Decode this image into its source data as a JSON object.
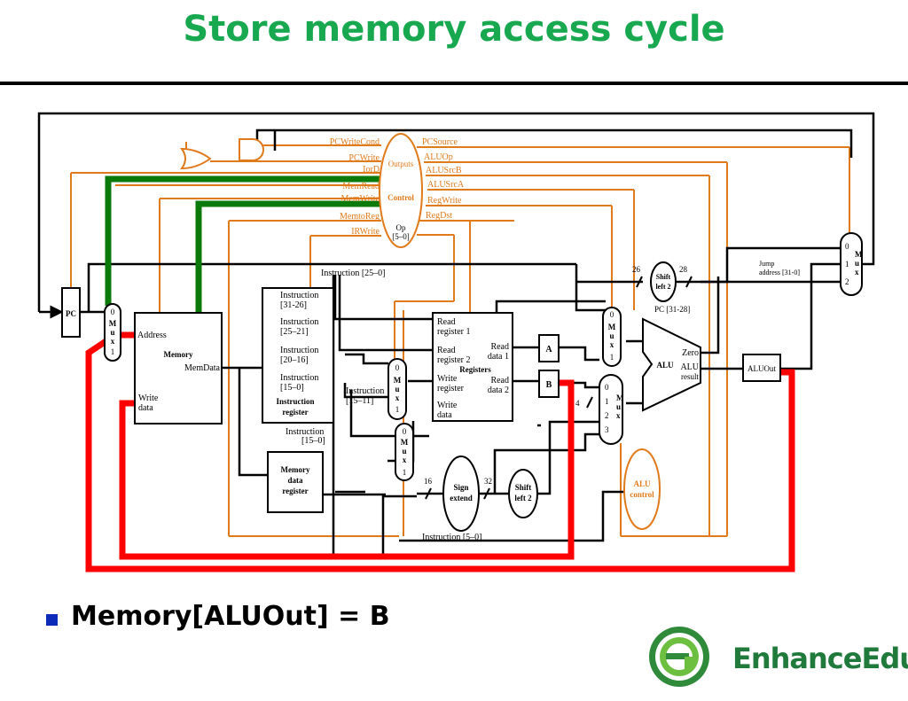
{
  "title": "Store memory access cycle",
  "bullet": "Memory[ALUOut] = B",
  "logo_text": "EnhanceEdu",
  "colors": {
    "title": "#17a850",
    "bullet": "#0b2bb8",
    "control": "#e07a1a",
    "active_green": "#0a7a0a",
    "active_red": "#ff0000",
    "logo": "#1f7a3c"
  },
  "icons": [
    "logo-icon"
  ],
  "diagram": {
    "control_signals_left": [
      "PCWriteCond",
      "PCWrite",
      "IorD",
      "MemRead",
      "MemWrite",
      "MemtoReg",
      "IRWrite"
    ],
    "control_signals_right": [
      "PCSource",
      "ALUOp",
      "ALUSrcB",
      "ALUSrcA",
      "RegWrite",
      "RegDst"
    ],
    "control": {
      "outputs": "Outputs",
      "name": "Control",
      "op": "Op",
      "op_range": "[5–0]"
    },
    "pc": "PC",
    "mux_iord": [
      "0",
      "M",
      "u",
      "x",
      "1"
    ],
    "memory": {
      "address": "Address",
      "name": "Memory",
      "memdata": "MemData",
      "write": "Write",
      "data": "data"
    },
    "ir": {
      "f1a": "Instruction",
      "f1b": "[31-26]",
      "f2a": "Instruction",
      "f2b": "[25–21]",
      "f3a": "Instruction",
      "f3b": "[20–16]",
      "f4a": "Instruction",
      "f4b": "[15–0]",
      "name1": "Instruction",
      "name2": "register"
    },
    "instr_25_0": "Instruction [25–0]",
    "instr_15_11a": "Instruction",
    "instr_15_11b": "[15–11]",
    "instr_15_0a": "Instruction",
    "instr_15_0b": "[15–0]",
    "instr_5_0": "Instruction [5–0]",
    "mdr": [
      "Memory",
      "data",
      "register"
    ],
    "registers": {
      "rr1a": "Read",
      "rr1b": "register 1",
      "rr2a": "Read",
      "rr2b": "register 2",
      "name": "Registers",
      "wra": "Write",
      "wrb": "register",
      "wda": "Write",
      "wdb": "data",
      "rd1a": "Read",
      "rd1b": "data 1",
      "rd2a": "Read",
      "rd2b": "data 2"
    },
    "a": "A",
    "b": "B",
    "mux_regdst": [
      "0",
      "M",
      "u",
      "x",
      "1"
    ],
    "mux_memtoreg": [
      "0",
      "M",
      "u",
      "x",
      "1"
    ],
    "sign_extend": [
      "Sign",
      "extend"
    ],
    "bits16": "16",
    "bits32": "32",
    "shift_left2": [
      "Shift",
      "left 2"
    ],
    "shift_left2_top": [
      "Shift",
      "left 2"
    ],
    "bits26": "26",
    "bits28": "28",
    "jump_address": [
      "Jump",
      "address [31-0]"
    ],
    "pc_31_28": "PC [31-28]",
    "mux_alusrca": [
      "0",
      "M",
      "u",
      "x",
      "1"
    ],
    "mux_alusrcb": [
      "0",
      "1",
      "2",
      "3",
      "M",
      "u",
      "x",
      "4"
    ],
    "alu": {
      "name": "ALU",
      "zero": "Zero",
      "result_a": "ALU",
      "result_b": "result"
    },
    "aluout": "ALUOut",
    "alu_control": [
      "ALU",
      "control"
    ],
    "mux_pcsource": [
      "0",
      "1",
      "2",
      "M",
      "u",
      "x"
    ]
  }
}
